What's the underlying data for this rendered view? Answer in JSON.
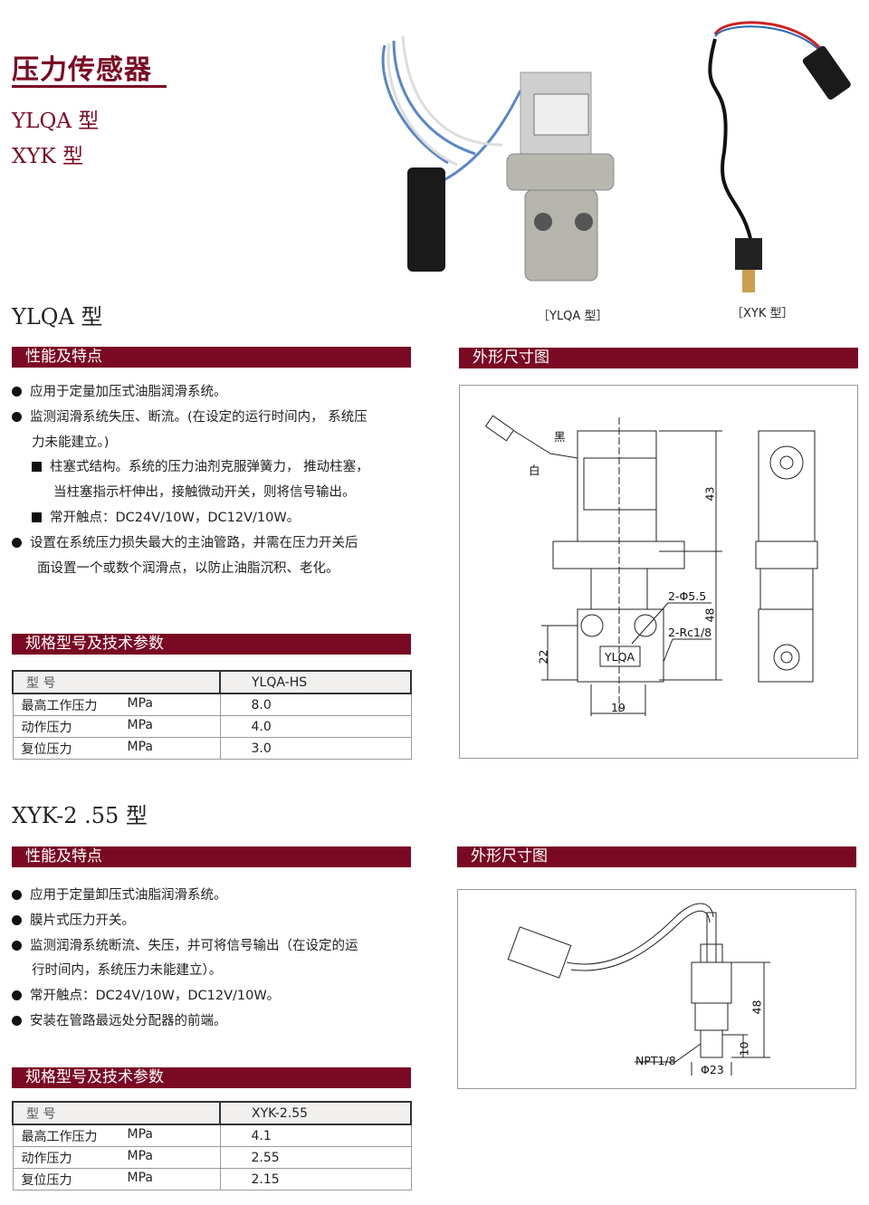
{
  "header": {
    "title": "压力传感器",
    "models": [
      "YLQA 型",
      "XYK 型"
    ]
  },
  "photos": {
    "ylqa_caption": "［YLQA 型］",
    "xyk_caption": "［XYK 型］"
  },
  "brand_color": "#7a0a24",
  "ylqa": {
    "heading": "YLQA 型",
    "features_title": "性能及特点",
    "features": [
      {
        "marker": "circle",
        "text": "应用于定量加压式油脂润滑系统。"
      },
      {
        "marker": "circle",
        "text": "监测润滑系统失压、断流。(在设定的运行时间内， 系统压"
      },
      {
        "marker": "none",
        "text": "力未能建立。)"
      },
      {
        "marker": "square",
        "text": "柱塞式结构。系统的压力油剂克服弹簧力， 推动柱塞，"
      },
      {
        "marker": "none",
        "text": "当柱塞指示杆伸出，接触微动开关，则将信号输出。"
      },
      {
        "marker": "square",
        "text": "常开触点：DC24V/10W，DC12V/10W。"
      },
      {
        "marker": "circle",
        "text": "设置在系统压力损失最大的主油管路，并需在压力开关后"
      },
      {
        "marker": "none",
        "text": "面设置一个或数个润滑点，以防止油脂沉积、老化。"
      }
    ],
    "dimension_title": "外形尺寸图",
    "drawing_labels": {
      "black": "黑",
      "white": "白",
      "h43": "43",
      "h48": "48",
      "h22": "22",
      "w19": "19",
      "holes": "2-Φ5.5",
      "ports": "2-Rc1/8",
      "plate": "YLQA"
    },
    "spec_title": "规格型号及技术参数",
    "spec_table": {
      "header": [
        "型  号",
        "YLQA-HS"
      ],
      "rows": [
        {
          "name": "最高工作压力",
          "unit": "MPa",
          "value": "8.0"
        },
        {
          "name": "动作压力",
          "unit": "MPa",
          "value": "4.0"
        },
        {
          "name": "复位压力",
          "unit": "MPa",
          "value": "3.0"
        }
      ]
    }
  },
  "xyk": {
    "heading": "XYK-2 .55 型",
    "features_title": "性能及特点",
    "features": [
      {
        "marker": "circle",
        "text": "应用于定量卸压式油脂润滑系统。"
      },
      {
        "marker": "circle",
        "text": "膜片式压力开关。"
      },
      {
        "marker": "circle",
        "text": "监测润滑系统断流、失压，并可将信号输出（在设定的运"
      },
      {
        "marker": "none",
        "text": "行时间内，系统压力未能建立）。"
      },
      {
        "marker": "circle",
        "text": "常开触点：DC24V/10W，DC12V/10W。"
      },
      {
        "marker": "circle",
        "text": "安装在管路最远处分配器的前端。"
      }
    ],
    "dimension_title": "外形尺寸图",
    "drawing_labels": {
      "thread": "NPT1/8",
      "dia": "Φ23",
      "h48": "48",
      "h10": "10"
    },
    "spec_title": "规格型号及技术参数",
    "spec_table": {
      "header": [
        "型  号",
        "XYK-2.55"
      ],
      "rows": [
        {
          "name": "最高工作压力",
          "unit": "MPa",
          "value": "4.1"
        },
        {
          "name": "动作压力",
          "unit": "MPa",
          "value": "2.55"
        },
        {
          "name": "复位压力",
          "unit": "MPa",
          "value": "2.15"
        }
      ]
    }
  }
}
